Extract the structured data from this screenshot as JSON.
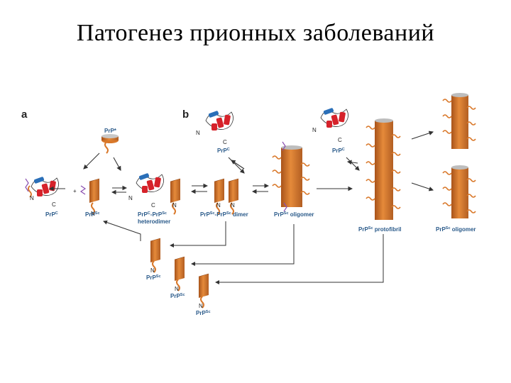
{
  "title": "Патогенез прионных заболеваний",
  "panels": {
    "a": "a",
    "b": "b"
  },
  "labels": {
    "prpstar": "PrP*",
    "prpc_left": "PrP",
    "prpc_left_sup": "C",
    "prpsc_a": "PrP",
    "prpsc_a_sup": "Sc",
    "heterodimer_line1": "PrP",
    "heterodimer_line1_sup1": "C",
    "heterodimer_mid": "-PrP",
    "heterodimer_line1_sup2": "Sc",
    "heterodimer_line2": "heterodimer",
    "dimer_a": "PrP",
    "dimer_sup1": "Sc",
    "dimer_mid": "-PrP",
    "dimer_sup2": "Sc",
    "dimer_word": " dimer",
    "prpc_b1": "PrP",
    "prpc_b1_sup": "C",
    "prpc_b2": "PrP",
    "prpc_b2_sup": "C",
    "oligomer_mid": "PrP",
    "oligomer_mid_sup": "Sc",
    "oligomer_mid_word": " oligomer",
    "protofibril": "PrP",
    "protofibril_sup": "Sc",
    "protofibril_word": " protofibril",
    "oligomer_right": "PrP",
    "oligomer_right_sup": "Sc",
    "oligomer_right_word": " oligomer",
    "frag1": "PrP",
    "frag1_sup": "Sc",
    "frag2": "PrP",
    "frag2_sup": "Sc",
    "frag3": "PrP",
    "frag3_sup": "Sc"
  },
  "symbols": {
    "N": "N",
    "C": "C",
    "plus": "+"
  },
  "colors": {
    "fibril": "#d9782a",
    "fibril_dark": "#a8531a",
    "helix_red": "#d6222a",
    "helix_blue": "#2a6fb8",
    "purple": "#8a4fb0",
    "label": "#2a5a8a"
  }
}
